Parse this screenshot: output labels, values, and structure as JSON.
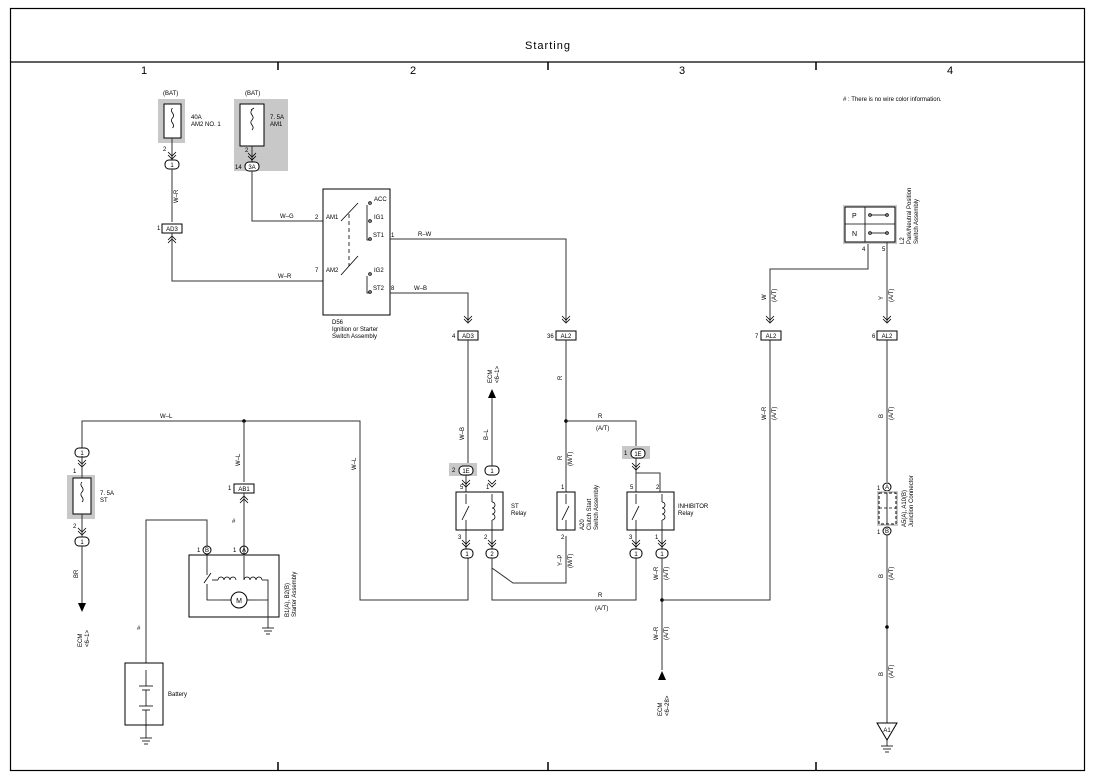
{
  "title": "Starting",
  "columns": [
    "1",
    "2",
    "3",
    "4"
  ],
  "note": "# : There is no wire color information.",
  "components": {
    "fuse_am2": {
      "source": "(BAT)",
      "rating": "40A",
      "name": "AM2 NO. 1"
    },
    "fuse_am1": {
      "source": "(BAT)",
      "rating": "7. 5A",
      "name": "AM1"
    },
    "fuse_st": {
      "rating": "7. 5A",
      "name": "ST"
    },
    "ignition_switch": {
      "code": "D56",
      "name1": "Ignition or Starter",
      "name2": "Switch Assembly",
      "terminals": {
        "acc": "ACC",
        "ig1": "IG1",
        "st1": "ST1",
        "am1": "AM1",
        "am2": "AM2",
        "ig2": "IG2",
        "st2": "ST2"
      }
    },
    "st_relay": {
      "name1": "ST",
      "name2": "Relay"
    },
    "clutch_switch": {
      "code": "A20",
      "name1": "Clutch Start",
      "name2": "Switch Assembly"
    },
    "inhibitor_relay": {
      "name1": "INHIBITOR",
      "name2": "Relay"
    },
    "pn_switch": {
      "code": "L2",
      "name1": "Park/Neutral Position",
      "name2": "Switch Assembly",
      "p": "P",
      "n": "N"
    },
    "junction": {
      "code": "A5(A), A10(B)",
      "name": "Junction Connector",
      "pin_a": "A",
      "pin_b": "B"
    },
    "starter": {
      "code": "B1(A), B2(B)",
      "name": "Starter Assembly",
      "motor": "M",
      "pin_a": "A",
      "pin_b": "B"
    },
    "battery": {
      "name": "Battery"
    },
    "ground": {
      "code": "A1"
    }
  },
  "connectors": {
    "c_1_a": "1",
    "c_ad3_top": "AD3",
    "c_3a": "3A",
    "c_ad3": "AD3",
    "c_al2_36": "AL2",
    "c_al2_7": "AL2",
    "c_al2_6": "AL2",
    "c_1e_a": "1E",
    "c_1e_b": "1E",
    "c_ab1": "AB1"
  },
  "pins": {
    "p_2a": "2",
    "p_1a": "1",
    "p_2b": "2",
    "p_14": "14",
    "p_2c": "2",
    "p_7": "7",
    "p_1b": "1",
    "p_8": "8",
    "p_4a": "4",
    "p_36": "36",
    "p_7b": "7",
    "p_6": "6",
    "p_4b": "4",
    "p_5": "5",
    "p_1c": "1",
    "p_2d": "2",
    "p_1d": "1",
    "p_2e": "2",
    "p_5a": "5",
    "p_3a": "3",
    "p_1e": "1",
    "p_2f": "2",
    "p_1f": "1",
    "p_2g": "2",
    "p_5b": "5",
    "p_3b": "3",
    "p_1g": "1",
    "p_2h": "2",
    "p_1h": "1",
    "p_1i": "1",
    "p_1j": "1"
  },
  "wires": {
    "wr1": "W–R",
    "wg": "W–G",
    "wr2": "W–R",
    "rw": "R–W",
    "wb1": "W–B",
    "wl1": "W–L",
    "wl2": "W–L",
    "wl3": "W–L",
    "wb2": "W–B",
    "bl": "B–L",
    "r1": "R",
    "r2": "R",
    "r3": "R",
    "r4": "R",
    "yp": "Y–P",
    "w": "W",
    "y": "Y",
    "wr3": "W–R",
    "wr4": "W–R",
    "b1": "B",
    "b2": "B",
    "b3": "B",
    "br": "BR",
    "hash1": "#",
    "hash2": "#"
  },
  "qualifiers": {
    "at1": "(A/T)",
    "at2": "(A/T)",
    "at3": "(A/T)",
    "at4": "(A/T)",
    "at5": "(A/T)",
    "at6": "(A/T)",
    "at7": "(A/T)",
    "at8": "(A/T)",
    "at9": "(A/T)",
    "at10": "(A/T)",
    "mt1": "(M/T)",
    "mt2": "(M/T)"
  },
  "refs": {
    "ecm1_a": "ECM",
    "ecm1_b": "<6–1>",
    "ecm2_a": "ECM",
    "ecm2_b": "<6–1>",
    "ecm3_a": "ECM",
    "ecm3_b": "<6–28>"
  }
}
